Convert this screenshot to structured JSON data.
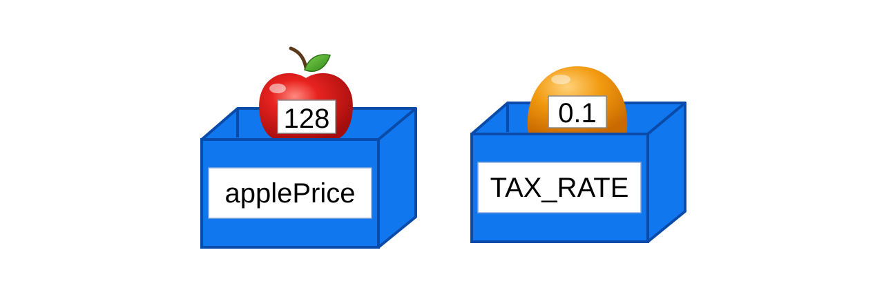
{
  "colors": {
    "box_fill": "#1177ee",
    "box_stroke": "#0a4aa8",
    "label_bg": "#ffffff"
  },
  "variables": [
    {
      "name": "applePrice",
      "value": "128",
      "item_icon": "apple-icon",
      "item_colors": {
        "primary": "#e01b1b",
        "highlight": "#ff7a6e",
        "leaf": "#3a9a24",
        "stem": "#5a3a1a"
      }
    },
    {
      "name": "TAX_RATE",
      "value": "0.1",
      "item_icon": "orange-ball-icon",
      "item_colors": {
        "primary": "#ef8a00",
        "highlight": "#ffc35a"
      }
    }
  ]
}
